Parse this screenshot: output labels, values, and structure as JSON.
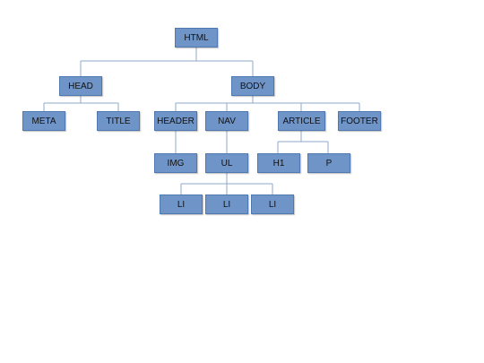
{
  "diagram": {
    "nodes": {
      "html": "HTML",
      "head": "HEAD",
      "body": "BODY",
      "meta": "META",
      "title": "TITLE",
      "header": "HEADER",
      "nav": "NAV",
      "article": "ARTICLE",
      "footer": "FOOTER",
      "img": "IMG",
      "ul": "UL",
      "h1": "H1",
      "p": "P",
      "li_1": "LI",
      "li_2": "LI",
      "li_3": "LI"
    },
    "edges": [
      [
        "html",
        "head"
      ],
      [
        "html",
        "body"
      ],
      [
        "head",
        "meta"
      ],
      [
        "head",
        "title"
      ],
      [
        "body",
        "header"
      ],
      [
        "body",
        "nav"
      ],
      [
        "body",
        "article"
      ],
      [
        "body",
        "footer"
      ],
      [
        "header",
        "img"
      ],
      [
        "nav",
        "ul"
      ],
      [
        "article",
        "h1"
      ],
      [
        "article",
        "p"
      ],
      [
        "ul",
        "li_1"
      ],
      [
        "ul",
        "li_2"
      ],
      [
        "ul",
        "li_3"
      ]
    ],
    "colors": {
      "node_fill": "#6f95c8",
      "node_border": "#4f79b0",
      "connector": "#8fa9cc"
    }
  }
}
